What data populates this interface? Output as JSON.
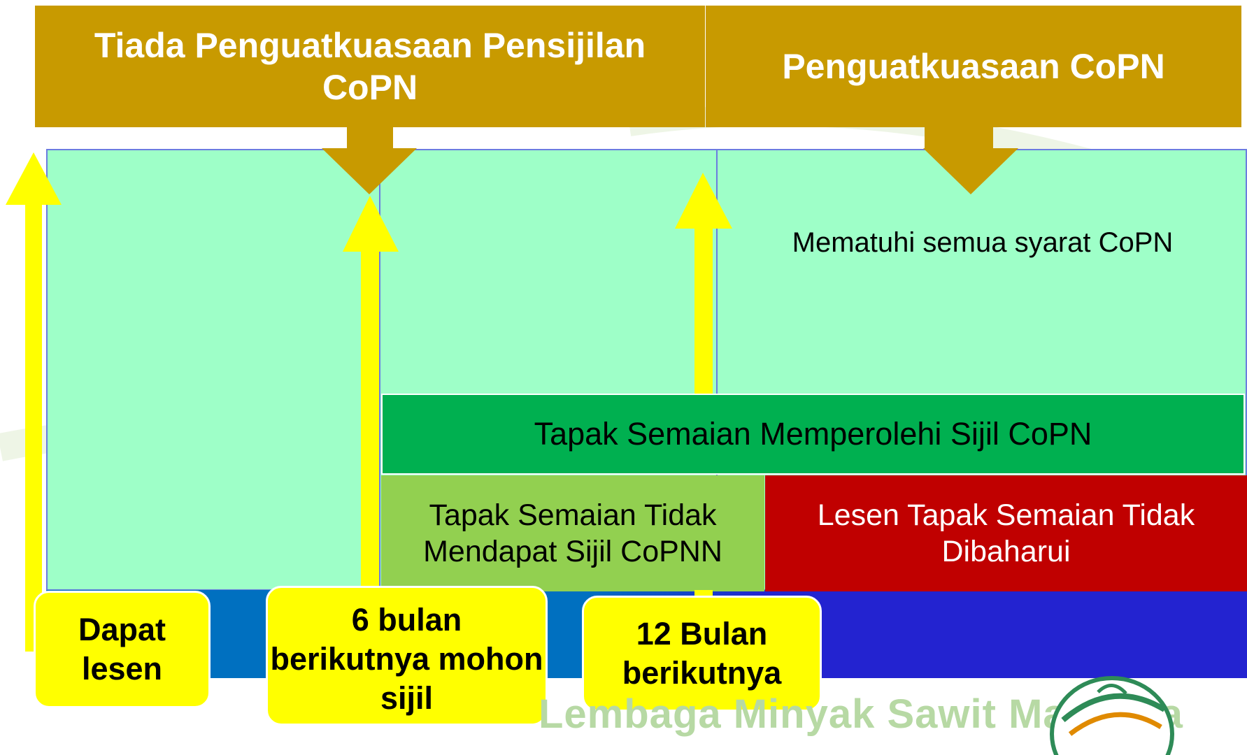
{
  "header": {
    "left_title": "Tiada Penguatkuasaan Pensijilan CoPN",
    "right_title": "Penguatkuasaan CoPN"
  },
  "panels": {
    "compliance_text": "Mematuhi semua syarat CoPN"
  },
  "statuses": {
    "obtained": "Tapak Semaian Memperolehi Sijil CoPN",
    "not_obtained": "Tapak Semaian Tidak Mendapat Sijil CoPNN",
    "not_renewed": "Lesen Tapak Semaian Tidak Dibaharui"
  },
  "milestones": [
    {
      "label": "Dapat lesen"
    },
    {
      "label": "6 bulan berikutnya mohon sijil"
    },
    {
      "label": "12 Bulan berikutnya"
    }
  ],
  "footer": {
    "org_text": "Lembaga Minyak Sawit Malaysia"
  },
  "colors": {
    "header": "#c89a00",
    "panel": "#9effc8",
    "green_status": "#00b050",
    "lime_status": "#92d050",
    "red_status": "#c00000",
    "arrow": "#ffff00",
    "blue_bar": "#0070c0"
  },
  "icons": {
    "header_pointer": "down-arrow-shape",
    "timeline_marker": "up-arrow-shape",
    "logo": "palm-oil-board-logo"
  }
}
